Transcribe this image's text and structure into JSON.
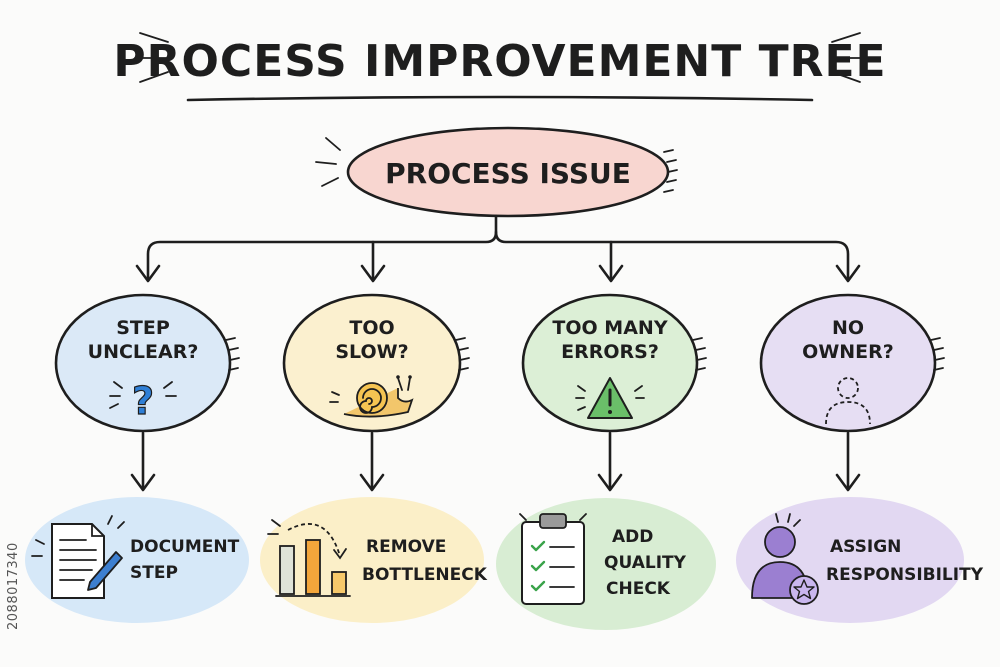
{
  "title": "PROCESS IMPROVEMENT TREE",
  "root": {
    "label": "PROCESS ISSUE",
    "color": "#f8d6d0"
  },
  "branches": [
    {
      "question_lines": [
        "STEP",
        "UNCLEAR?"
      ],
      "question_icon": "question-mark-icon",
      "question_color": "#dbe9f7",
      "action_lines": [
        "DOCUMENT",
        "STEP"
      ],
      "action_icon": "document-pencil-icon",
      "action_color": "#d6e8f8"
    },
    {
      "question_lines": [
        "TOO",
        "SLOW?"
      ],
      "question_icon": "snail-icon",
      "question_color": "#fbf0cf",
      "action_lines": [
        "REMOVE",
        "BOTTLENECK"
      ],
      "action_icon": "bar-chart-bottleneck-icon",
      "action_color": "#fbefc8"
    },
    {
      "question_lines": [
        "TOO MANY",
        "ERRORS?"
      ],
      "question_icon": "warning-triangle-icon",
      "question_color": "#dcefd6",
      "action_lines": [
        "ADD",
        "QUALITY",
        "CHECK"
      ],
      "action_icon": "clipboard-checklist-icon",
      "action_color": "#d8edd3"
    },
    {
      "question_lines": [
        "NO",
        "OWNER?"
      ],
      "question_icon": "dashed-person-icon",
      "question_color": "#e6def3",
      "action_lines": [
        "ASSIGN",
        "RESPONSIBILITY"
      ],
      "action_icon": "person-star-icon",
      "action_color": "#e2d8f2"
    }
  ],
  "watermark": "2088017340"
}
